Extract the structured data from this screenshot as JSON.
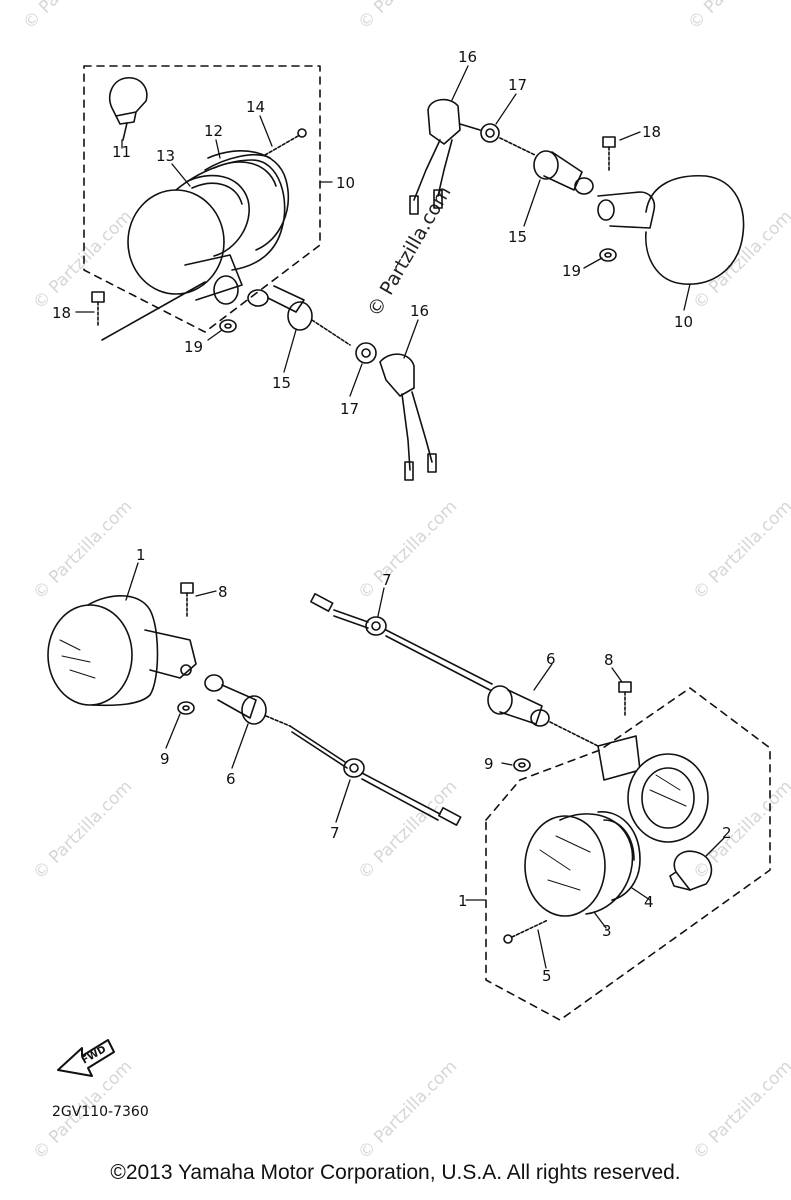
{
  "watermark": "© Partzilla.com",
  "diagram_code": "2GV110-7360",
  "direction_arrow": "FWD",
  "copyright": "©2013 Yamaha Motor Corporation, U.S.A. All rights reserved.",
  "labels": {
    "p1": "1",
    "p2": "2",
    "p3": "3",
    "p4": "4",
    "p5": "5",
    "p6": "6",
    "p7": "7",
    "p8": "8",
    "p9": "9",
    "p10": "10",
    "p11": "11",
    "p12": "12",
    "p13": "13",
    "p14": "14",
    "p15": "15",
    "p16": "16",
    "p17": "17",
    "p18": "18",
    "p19": "19"
  }
}
